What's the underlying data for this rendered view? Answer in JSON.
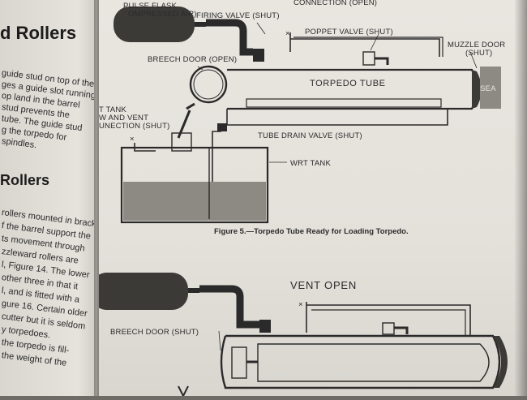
{
  "left_page": {
    "heading_1": "d Rollers",
    "heading_2": "Rollers",
    "lines_top": [
      "guide stud on top of the",
      "ges a guide slot running",
      "op land in the barrel",
      "stud prevents the",
      "tube. The guide stud",
      "g the torpedo for",
      "spindles."
    ],
    "lines_bottom": [
      "rollers mounted in brack-",
      "f the barrel support the",
      "ts movement through",
      "zzleward rollers are",
      "l, Figure 14. The lower",
      "other three in that it",
      "l, and is fitted with a",
      "gure 16. Certain older",
      "cutter but it is seldom",
      "y torpedoes.",
      "the  torpedo  is  fill-",
      "the  weight  of  the"
    ]
  },
  "figure_top": {
    "labels": {
      "pulse_flask": "PULSE FLASK",
      "compressed_air": "OMPRESSED AIR)",
      "firing_valve": "FIRING VALVE (SHUT)",
      "connection": "CONNECTION (OPEN)",
      "poppet_valve": "POPPET VALVE (SHUT)",
      "muzzle_door": "MUZZLE DOOR",
      "muzzle_door_state": "(SHUT)",
      "breech_door": "BREECH DOOR (OPEN)",
      "torpedo_tube": "TORPEDO TUBE",
      "sea": "SEA",
      "tank_1": "T TANK",
      "tank_2": "W AND VENT",
      "tank_3": "UNECTION (SHUT)",
      "tube_drain_valve": "TUBE DRAIN VALVE (SHUT)",
      "wrt_tank": "WRT TANK"
    },
    "caption": "Figure 5.—Torpedo Tube Ready for Loading Torpedo."
  },
  "figure_bottom": {
    "labels": {
      "vent_open": "VENT OPEN",
      "breech_door": "BREECH DOOR (SHUT)"
    }
  },
  "colors": {
    "ink": "#2a2a2a",
    "water": "#8d8a84",
    "flask": "#3c3a37",
    "page": "#e6e3dd"
  }
}
